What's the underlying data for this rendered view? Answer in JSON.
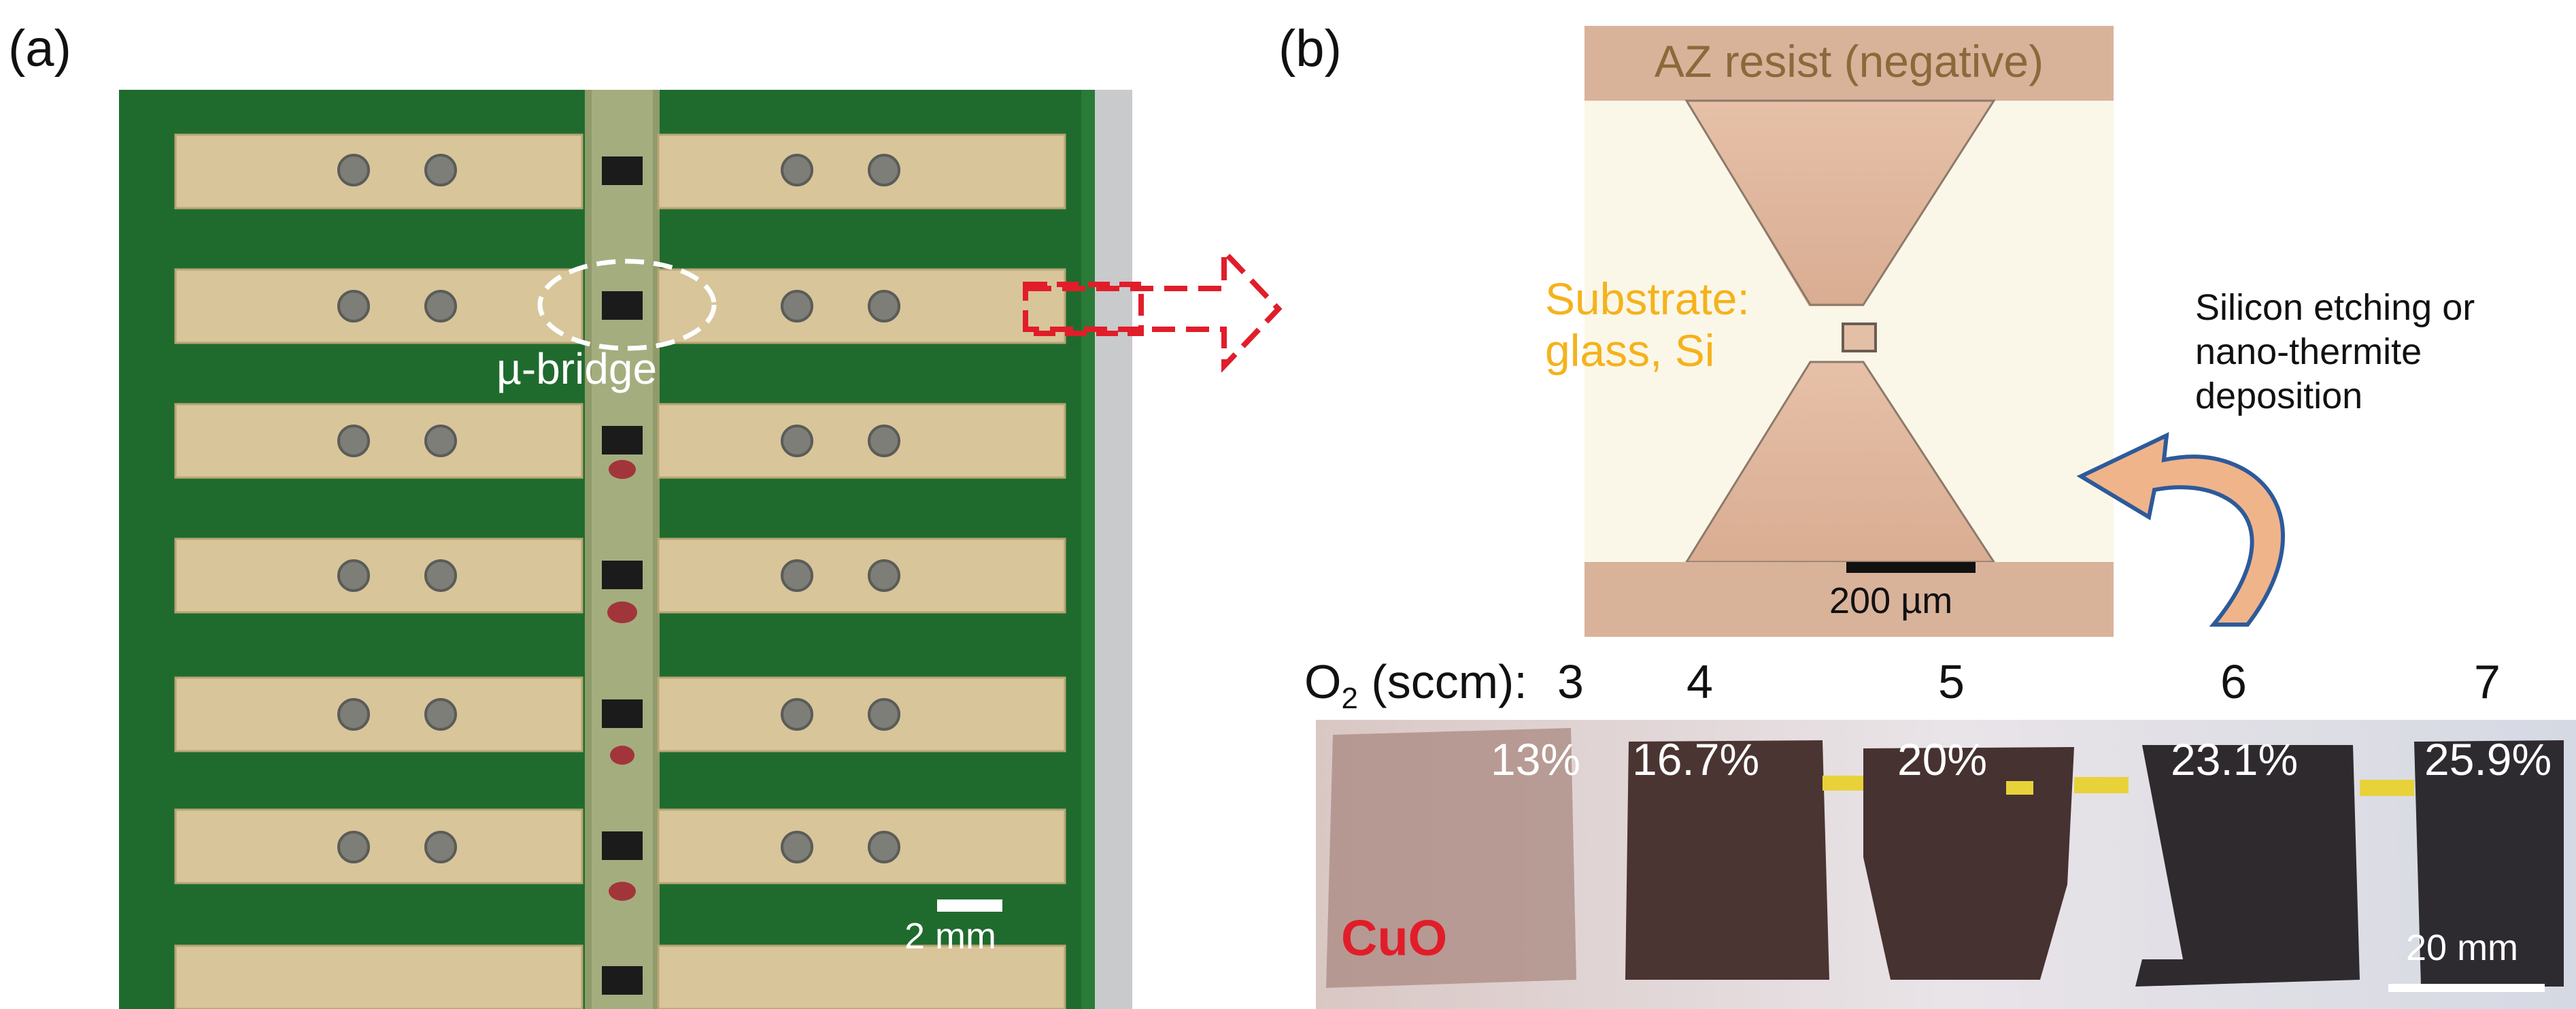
{
  "panel_a": {
    "label": "(a)",
    "bridge_label": "µ-bridge",
    "scale_label": "2 mm"
  },
  "panel_b": {
    "label": "(b)",
    "resist_label": "AZ resist (negative)",
    "substrate_label_line1": "Substrate:",
    "substrate_label_line2": "glass, Si",
    "micro_scale_label": "200 µm",
    "process_line1": "Silicon etching or",
    "process_line2": "nano-thermite",
    "process_line3": "deposition",
    "o2_prefix": "O",
    "o2_subscript": "2",
    "o2_suffix": " (sccm):",
    "o2_values": [
      "3",
      "4",
      "5",
      "6",
      "7"
    ],
    "percentages": [
      "13%",
      "16.7%",
      "20%",
      "23.1%",
      "25.9%"
    ],
    "material_label": "CuO",
    "photo_scale_label": "20 mm"
  },
  "colors": {
    "pcb_green": "#1f6b2e",
    "gold_pad": "#d8c59a",
    "resist_brown": "#8a6a3a",
    "substrate_orange": "#f5b21c",
    "cuo_red": "#e11d2a",
    "arrow_red": "#e11d2a",
    "curved_arrow_fill": "#f0b48a",
    "curved_arrow_stroke": "#2d5a9a"
  }
}
